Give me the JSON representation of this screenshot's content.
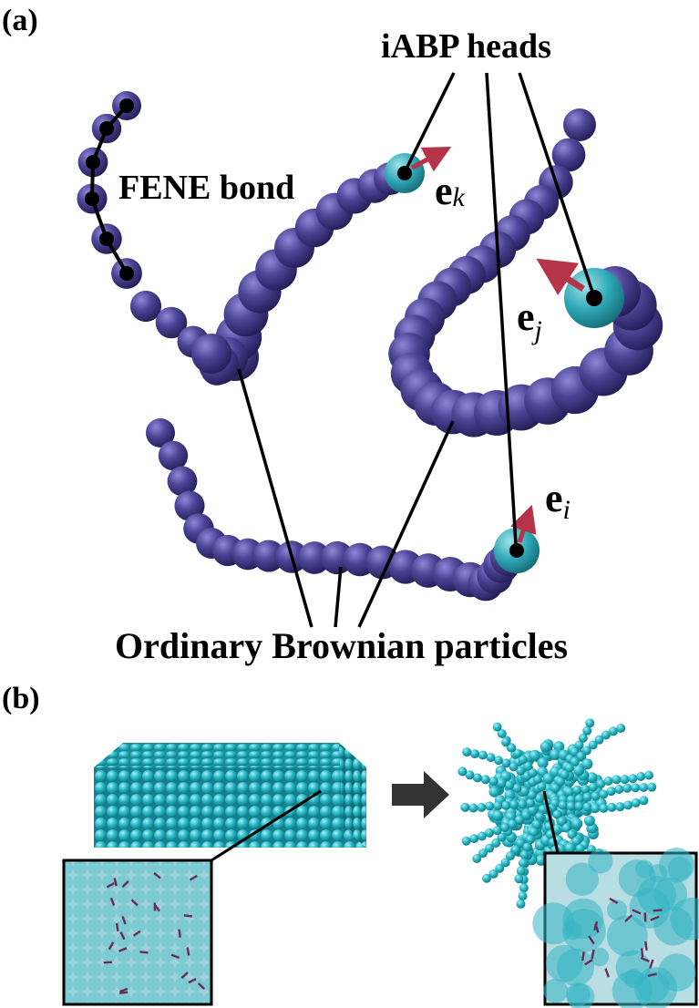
{
  "panel_a": {
    "label": "(a)",
    "callout_heads": "iABP heads",
    "callout_bond": "FENE bond",
    "callout_ordinary": "Ordinary Brownian particles",
    "vec_k": {
      "main": "e",
      "sub": "k"
    },
    "vec_j": {
      "main": "e",
      "sub": "j"
    },
    "vec_i": {
      "main": "e",
      "sub": "i"
    }
  },
  "panel_b": {
    "label": "(b)"
  },
  "colors": {
    "bead": "#4a3f8f",
    "head": "#29a3b3",
    "arrow": "#b5344a",
    "cyan": "#27b7c5"
  }
}
